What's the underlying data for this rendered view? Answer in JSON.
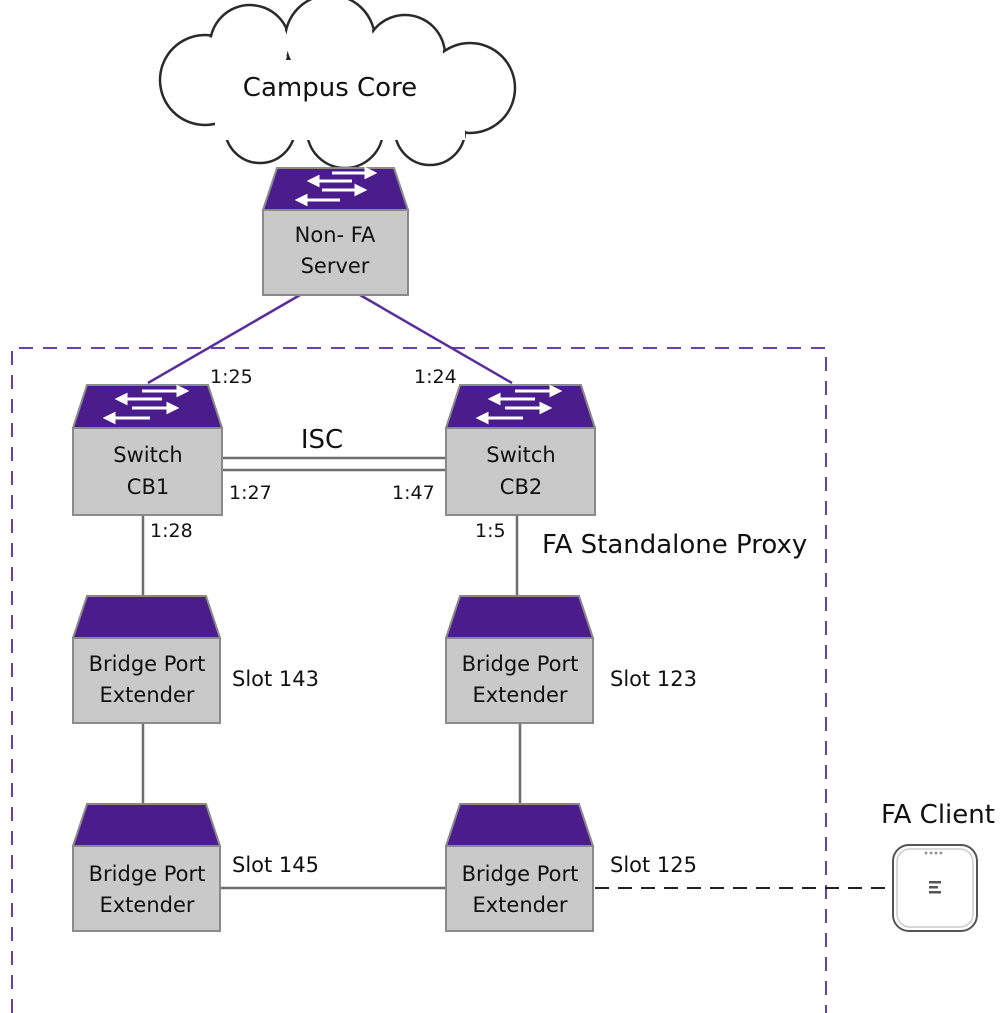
{
  "title": "",
  "cloud": {
    "label": "Campus Core"
  },
  "server": {
    "line1": "Non- FA",
    "line2": "Server"
  },
  "switches": {
    "cb1": {
      "line1": "Switch",
      "line2": "CB1"
    },
    "cb2": {
      "line1": "Switch",
      "line2": "CB2"
    }
  },
  "extenders": {
    "e143": {
      "line1": "Bridge Port",
      "line2": "Extender",
      "slot": "Slot 143"
    },
    "e145": {
      "line1": "Bridge Port",
      "line2": "Extender",
      "slot": "Slot 145"
    },
    "e123": {
      "line1": "Bridge Port",
      "line2": "Extender",
      "slot": "Slot 123"
    },
    "e125": {
      "line1": "Bridge Port",
      "line2": "Extender",
      "slot": "Slot 125"
    }
  },
  "ports": {
    "p125": "1:25",
    "p124": "1:24",
    "p127": "1:27",
    "p147": "1:47",
    "p128": "1:28",
    "p15": "1:5"
  },
  "isc_label": "ISC",
  "proxy_label": "FA Standalone Proxy",
  "client": {
    "label": "FA Client"
  },
  "colors": {
    "purple": "#4b1c8c",
    "link_purple": "#5b2d9c",
    "box_fill": "#c9c9c9",
    "box_stroke": "#8a8a8a",
    "line_gray": "#6e6e6e",
    "dash": "#6a3db0"
  }
}
